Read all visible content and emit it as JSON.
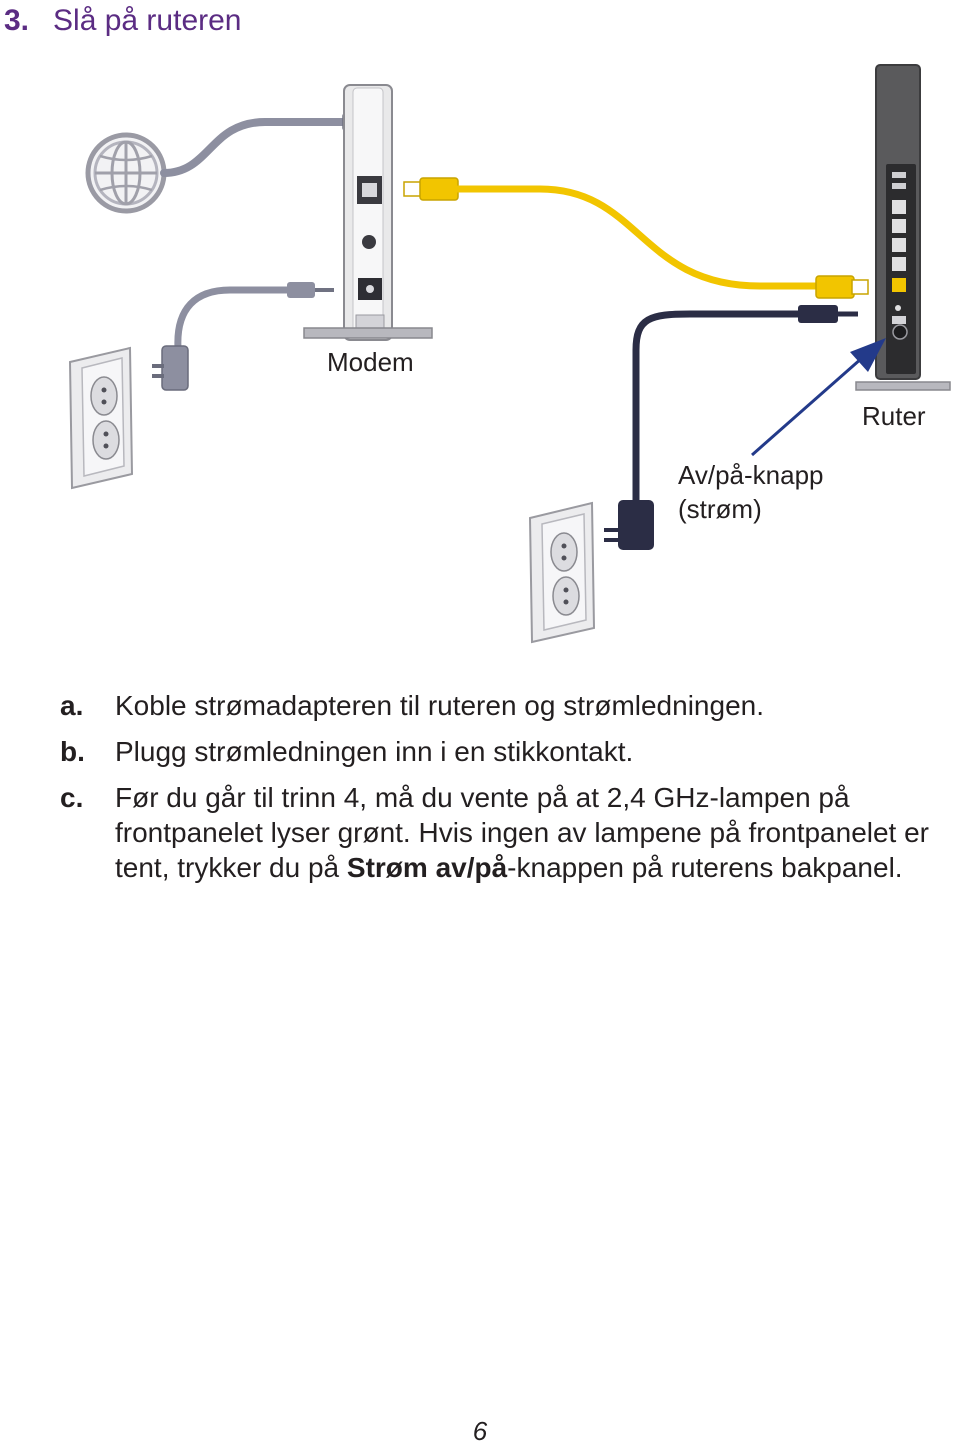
{
  "heading": {
    "number": "3.",
    "title": "Slå på ruteren"
  },
  "figure": {
    "labels": {
      "modem": "Modem",
      "router": "Ruter",
      "power_button_line1": "Av/på-knapp",
      "power_button_line2": "(strøm)"
    },
    "colors": {
      "ethernet_cable": "#f2c500",
      "router_power_cable": "#2b2d45",
      "modem_cable": "#8d8fa0",
      "callout_arrow": "#233a8a",
      "device_body": "#e9e9ea",
      "router_body": "#5a5a5c"
    },
    "icons": [
      "globe-icon",
      "modem-device",
      "router-device",
      "wall-outlet-icon",
      "power-adapter-icon"
    ]
  },
  "steps": [
    {
      "letter": "a.",
      "text": "Koble strømadapteren til ruteren og strømledningen."
    },
    {
      "letter": "b.",
      "text": "Plugg strømledningen inn i en stikkontakt."
    },
    {
      "letter": "c.",
      "text_before": "Før du går til trinn 4, må du vente på at 2,4 GHz-lampen på frontpanelet lyser grønt. Hvis ingen av lampene på frontpanelet er tent, trykker du på ",
      "text_bold": "Strøm av/på",
      "text_after": "-knappen på ruterens bakpanel."
    }
  ],
  "page_number": "6"
}
